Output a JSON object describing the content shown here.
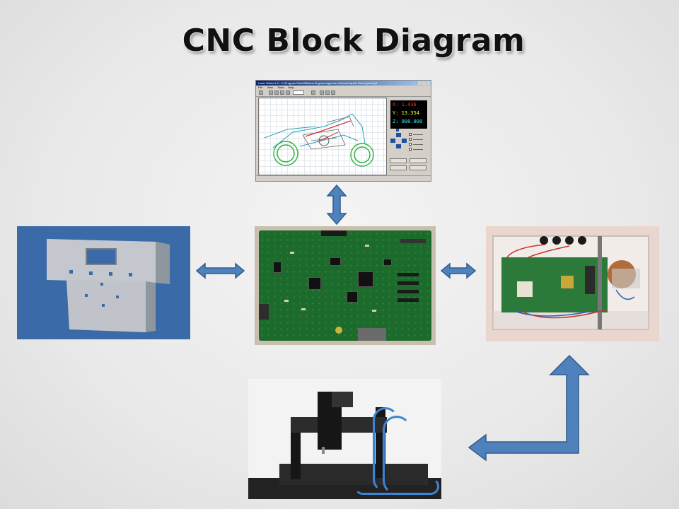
{
  "title": "CNC Block Diagram",
  "software_window": {
    "titlebar": "Laser Works 1.0 - C:\\Program Files\\Williams Engineering\\Laser Works\\Graphic Files\\Cycle2.plt",
    "menu": [
      "File",
      "View",
      "Tools",
      "Help"
    ],
    "readout": {
      "x_label": "X:",
      "x_value": "1.436",
      "y_label": "Y:",
      "y_value": "13.354",
      "z_label": "Z:",
      "z_value": "000.000"
    },
    "colors": {
      "x": "#ff2a2a",
      "y": "#ffff33",
      "z": "#33ffff"
    }
  },
  "arrow_color": "#4f81bd",
  "arrow_outline": "#2f5d8c"
}
